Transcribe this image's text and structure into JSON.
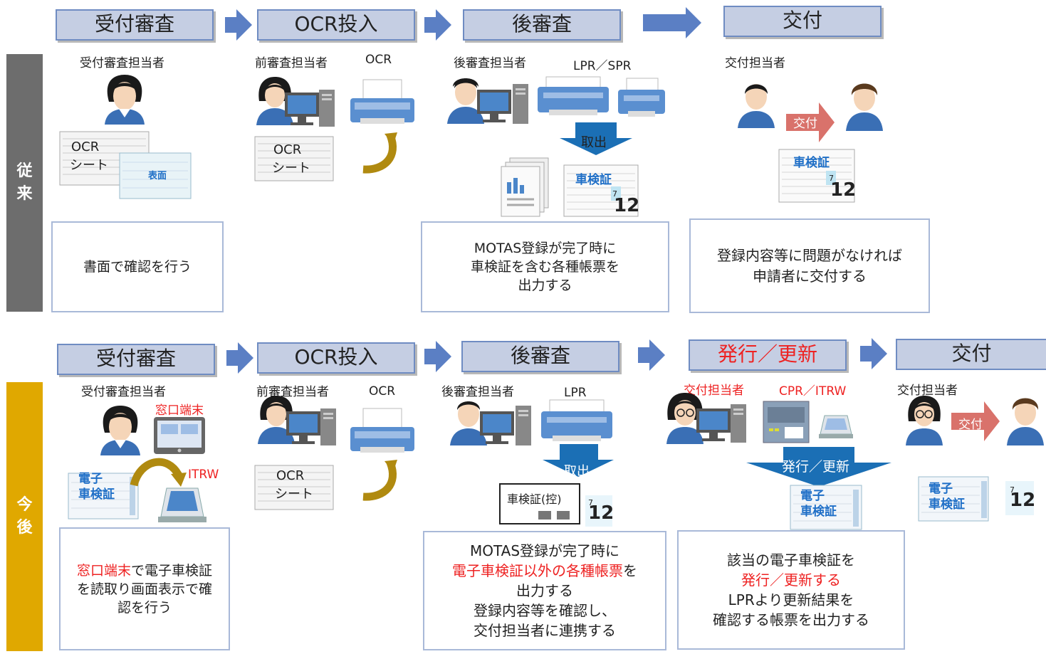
{
  "top": {
    "side_label": [
      "従",
      "来"
    ],
    "stages": [
      "受付審査",
      "OCR投入",
      "後審査",
      "交付"
    ],
    "labels": {
      "reception_person": "受付審査担当者",
      "pre_person": "前審査担当者",
      "ocr": "OCR",
      "post_person": "後審査担当者",
      "lpr_spr": "LPR／SPR",
      "issue_person": "交付担当者",
      "takeout": "取出",
      "handover": "交付",
      "ocr_sheet": [
        "OCR",
        "シート"
      ],
      "front": "表面",
      "shakensho": "車検証",
      "seven": "7",
      "twelve": "12"
    },
    "boxes": {
      "b1": [
        "書面で確認を行う"
      ],
      "b2": [
        "MOTAS登録が完了時に",
        "車検証を含む各種帳票を",
        "出力する"
      ],
      "b3": [
        "登録内容等に問題がなければ",
        "申請者に交付する"
      ]
    }
  },
  "bottom": {
    "side_label": [
      "今",
      "後"
    ],
    "stages": [
      "受付審査",
      "OCR投入",
      "後審査",
      "発行／更新",
      "交付"
    ],
    "labels": {
      "reception_person": "受付審査担当者",
      "window_terminal": "窓口端末",
      "itrw": "ITRW",
      "pre_person": "前審査担当者",
      "ocr": "OCR",
      "post_person": "後審査担当者",
      "lpr": "LPR",
      "takeout": "取出",
      "issue_person_red": "交付担当者",
      "cpr_itrw": "CPR／ITRW",
      "issue_update": "発行／更新",
      "issue_person": "交付担当者",
      "handover": "交付",
      "ocr_sheet": [
        "OCR",
        "シート"
      ],
      "e_shaken": [
        "電子",
        "車検証"
      ],
      "shakensho_copy": "車検証(控)",
      "seven": "7",
      "twelve": "12"
    },
    "boxes": {
      "b1_red": "窓口端末",
      "b1_rest": "で電子車検証",
      "b1_line2": "を読取り画面表示で確",
      "b1_line3": "認を行う",
      "b2_line1": "MOTAS登録が完了時に",
      "b2_red": "電子車検証以外の各種帳票",
      "b2_wo": "を",
      "b2_line3": "出力する",
      "b2_line4": "登録内容等を確認し、",
      "b2_line5": "交付担当者に連携する",
      "b3_line1": "該当の電子車検証を",
      "b3_red": "発行／更新する",
      "b3_line3": "LPRより更新結果を",
      "b3_line4": "確認する帳票を出力する"
    }
  },
  "colors": {
    "stage_fill": "#c5cee3",
    "arrow": "#5b7fc4",
    "side_top": "#6d6d6d",
    "side_bottom": "#e0a800",
    "handover_arrow": "#d9726b",
    "takeout_arrow": "#1b6fb5",
    "red_text": "#e22222",
    "gold_arrow": "#b08a10"
  }
}
